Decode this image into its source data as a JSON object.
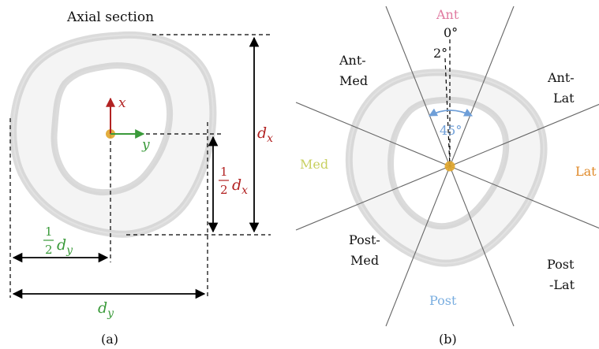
{
  "panel_a": {
    "title": "Axial section",
    "caption": "(a)",
    "axis_x_label": "x",
    "axis_y_label": "y",
    "dim_dx": {
      "symbol": "d",
      "subscript": "x"
    },
    "dim_half_dx": {
      "numerator": "1",
      "denominator": "2",
      "symbol": "d",
      "subscript": "x"
    },
    "dim_half_dy": {
      "numerator": "1",
      "denominator": "2",
      "symbol": "d",
      "subscript": "y"
    },
    "dim_dy": {
      "symbol": "d",
      "subscript": "y"
    }
  },
  "panel_b": {
    "caption": "(b)",
    "angle_zero": "0°",
    "angle_two": "2°",
    "angle_sector": "45°",
    "regions": {
      "ant": "Ant",
      "ant_lat_1": "Ant-",
      "ant_lat_2": "Lat",
      "lat": "Lat",
      "post_lat_1": "Post",
      "post_lat_2": "-Lat",
      "post": "Post",
      "post_med_1": "Post-",
      "post_med_2": "Med",
      "med": "Med",
      "ant_med_1": "Ant-",
      "ant_med_2": "Med"
    }
  },
  "colors": {
    "x_axis": "#b22222",
    "y_axis": "#3a9a3a",
    "ant": "#e07aa0",
    "lat": "#e08a2a",
    "post": "#7aaee0",
    "med": "#c8d060",
    "angle_arc": "#6f9fd8",
    "centroid": "#e0a52a"
  }
}
